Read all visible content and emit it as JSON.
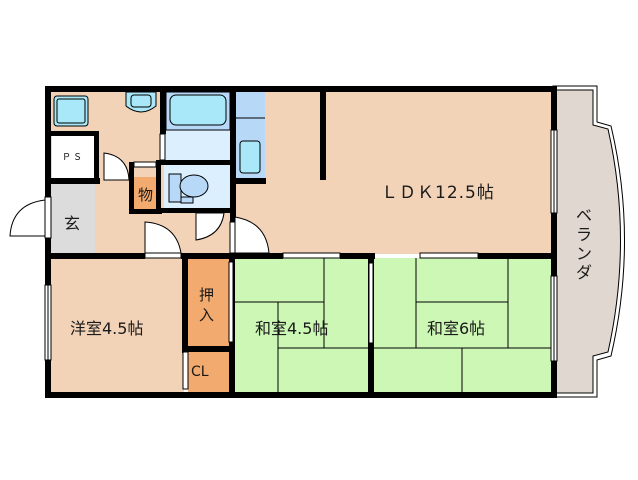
{
  "plan": {
    "colors": {
      "wall": "#000000",
      "floor_wood": "#f2d3b8",
      "tatami": "#ccf7b5",
      "storage": "#f2aa6e",
      "genkan": "#dcdcdc",
      "balcony": "#e0d8d0",
      "wet_area": "#dcefff",
      "fixture": "#a8e8f8",
      "fixture_blue": "#b8d8f8"
    },
    "rooms": {
      "ldk": {
        "label": "ＬＤＫ12.5帖"
      },
      "western": {
        "label": "洋室4.5帖"
      },
      "japanese_small": {
        "label": "和室4.5帖"
      },
      "japanese_large": {
        "label": "和室6帖"
      },
      "oshiire": {
        "label": "押入"
      },
      "closet": {
        "label": "CL"
      },
      "genkan": {
        "label": "玄"
      },
      "storage_small": {
        "label": "物"
      },
      "pipe_space": {
        "label": "ＰＳ"
      },
      "balcony": {
        "label": "ベランダ"
      }
    }
  }
}
